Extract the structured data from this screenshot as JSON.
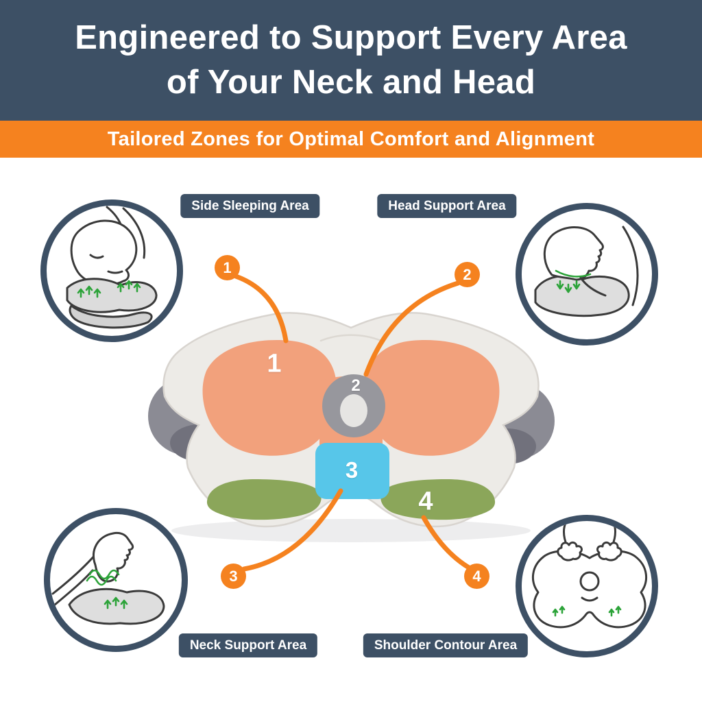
{
  "header": {
    "title_line1": "Engineered to Support Every Area",
    "title_line2": "of Your Neck and Head",
    "subtitle": "Tailored Zones for Optimal Comfort and Alignment"
  },
  "zones": [
    {
      "number": "1",
      "label": "Side Sleeping Area",
      "color": "#F2A17C"
    },
    {
      "number": "2",
      "label": "Head Support Area",
      "color": "#97979D"
    },
    {
      "number": "3",
      "label": "Neck Support Area",
      "color": "#57C6E9"
    },
    {
      "number": "4",
      "label": "Shoulder Contour Area",
      "color": "#8BA65A"
    }
  ],
  "colors": {
    "header_bg": "#3D5065",
    "accent": "#F5821F",
    "zone_orange": "#F2A17C",
    "zone_green": "#8BA65A",
    "zone_blue": "#57C6E9",
    "zone_gray": "#97979D",
    "arrow_green": "#2CA339",
    "background": "#FFFFFF"
  }
}
